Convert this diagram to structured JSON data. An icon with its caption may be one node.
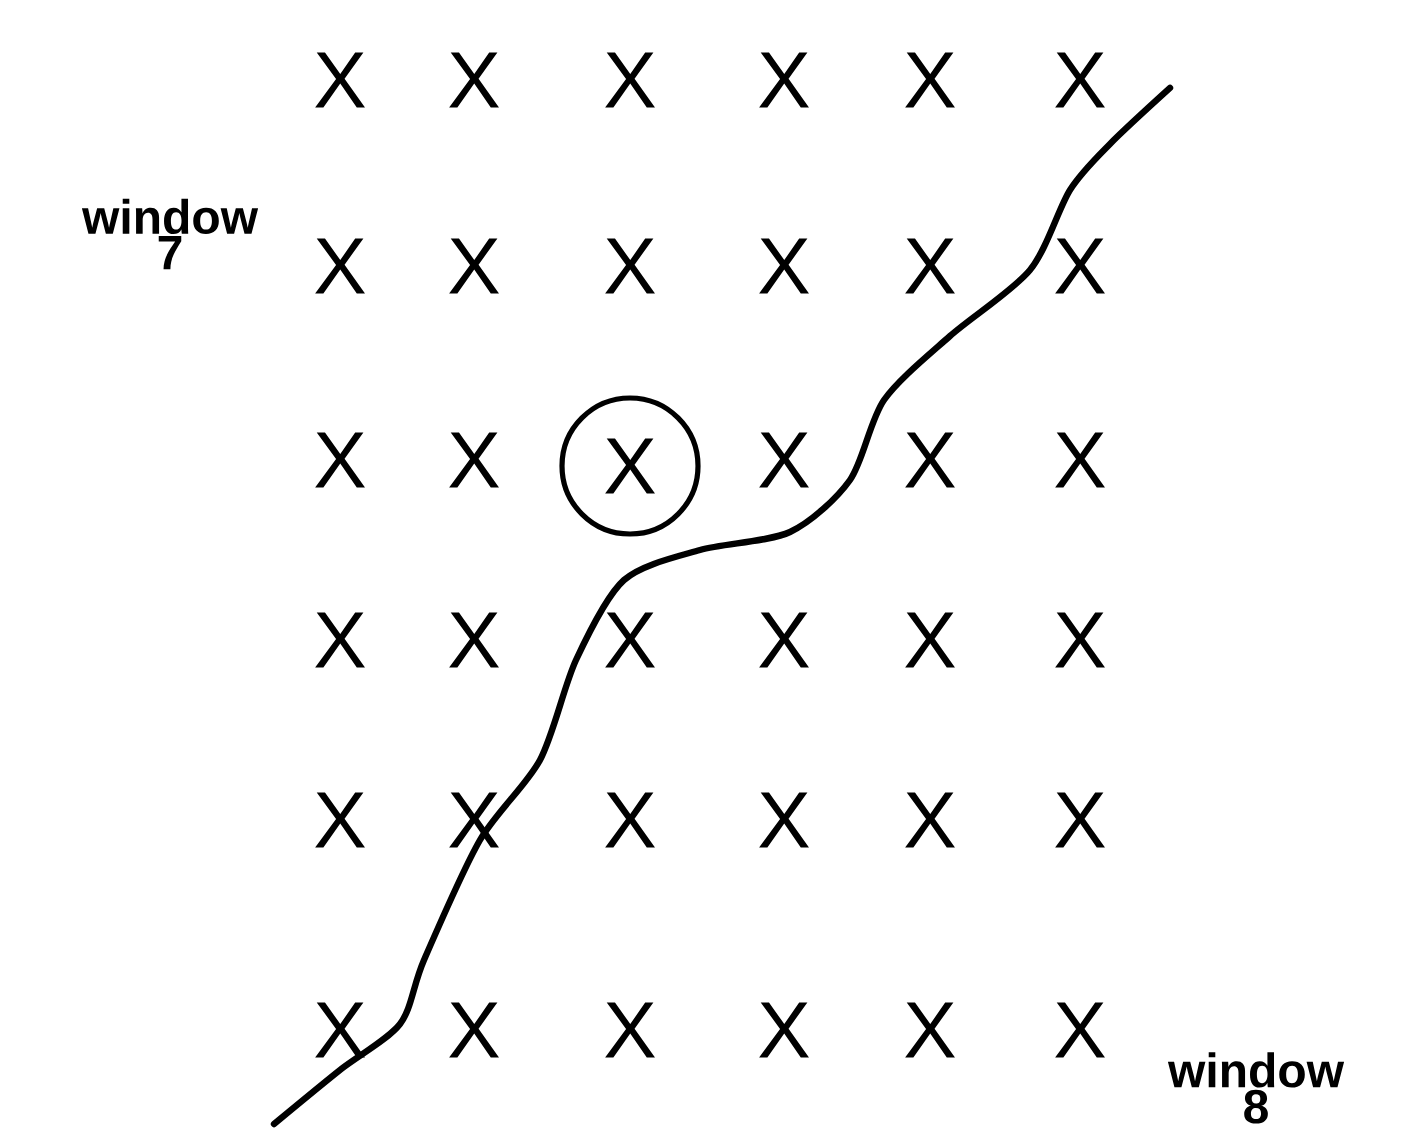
{
  "diagram": {
    "nodes": [
      {
        "text": [
          "X"
        ]
      }
    ],
    "labels": [
      "window 7",
      "X",
      "X",
      "X",
      "X",
      "X",
      "X",
      "X",
      "X",
      "X",
      "X",
      "X",
      "X",
      "X",
      "X",
      "X",
      "X",
      "X",
      "X",
      "X",
      "X",
      "X",
      "X",
      "X",
      "X",
      "X",
      "X",
      "X",
      "X",
      "X",
      "X",
      "X",
      "X",
      "X",
      "X",
      "X",
      "window 8"
    ]
  }
}
